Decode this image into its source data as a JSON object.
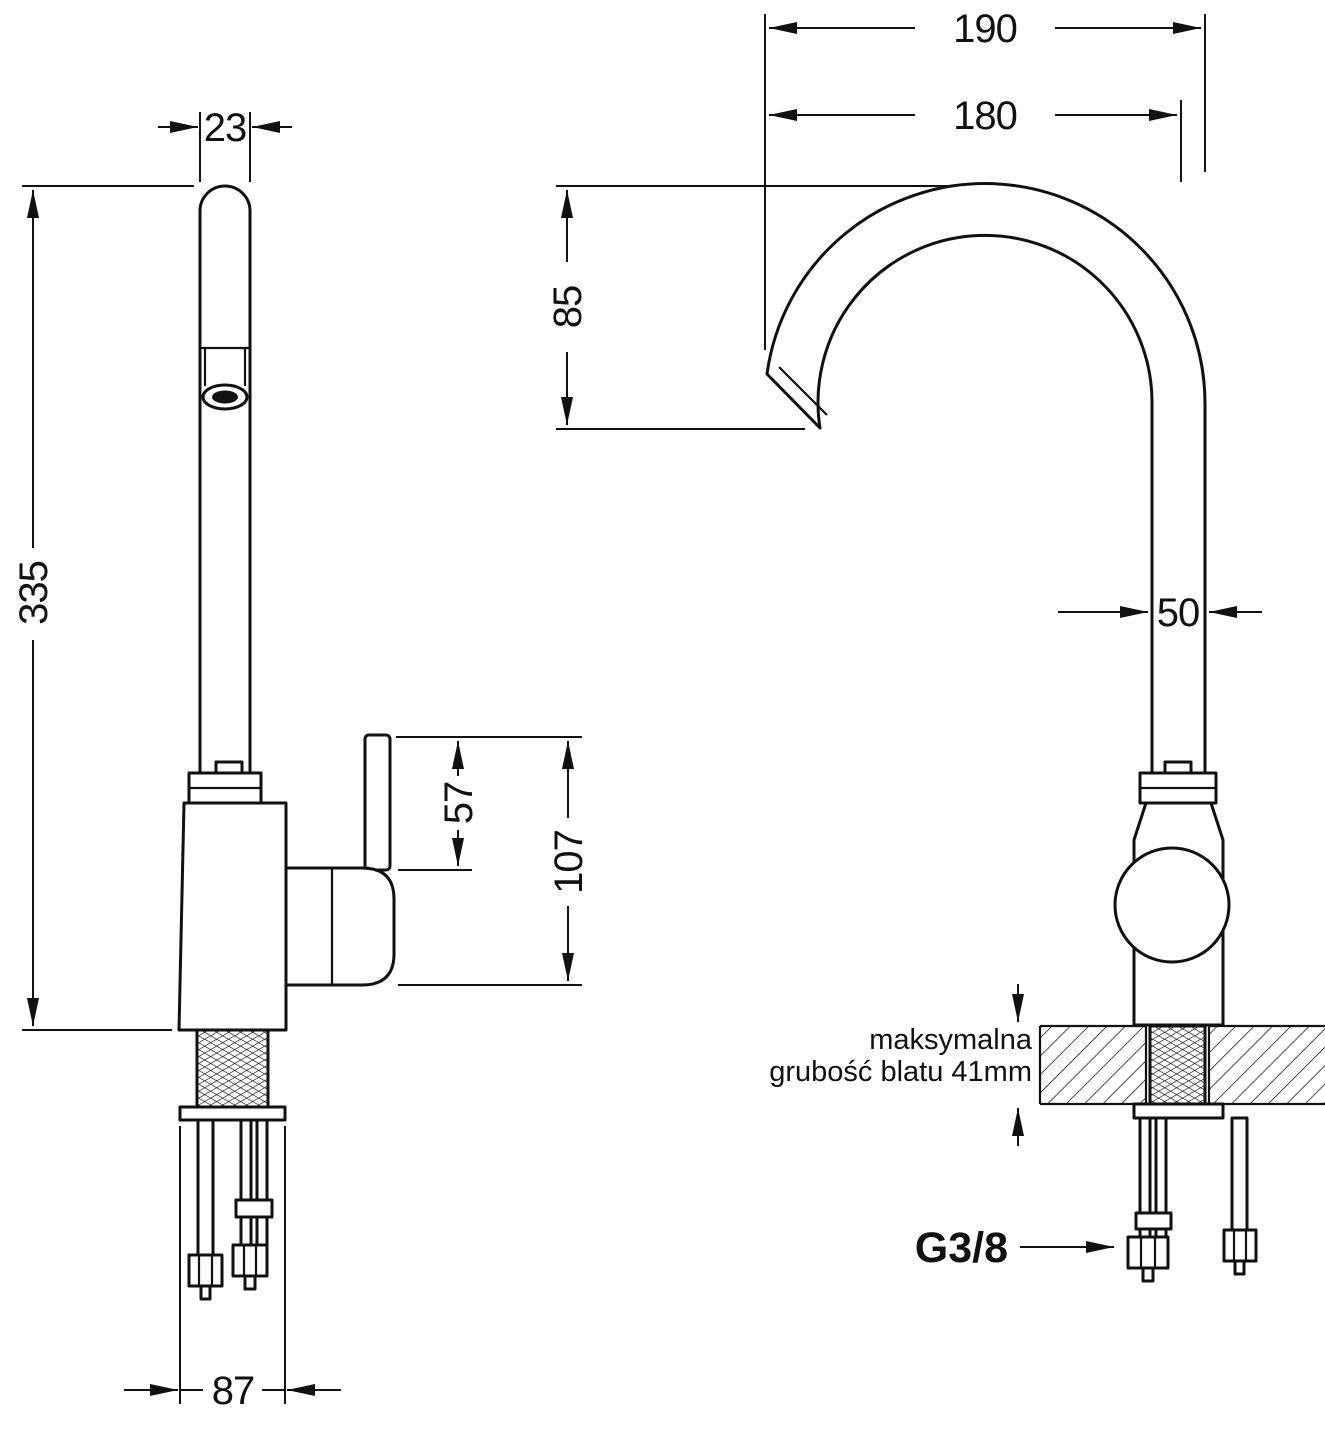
{
  "page": {
    "background": "#ffffff",
    "line_color": "#111111"
  },
  "dims": {
    "spout_width": "23",
    "overall_height": "335",
    "handle_height": "57",
    "body_height": "107",
    "base_width": "87",
    "spout_reach_outer": "190",
    "spout_reach_center": "180",
    "spout_drop": "85",
    "column_width": "50"
  },
  "labels": {
    "thread_size": "G3/8",
    "counter_note_line1": "maksymalna",
    "counter_note_line2": "grubość blatu 41mm"
  }
}
